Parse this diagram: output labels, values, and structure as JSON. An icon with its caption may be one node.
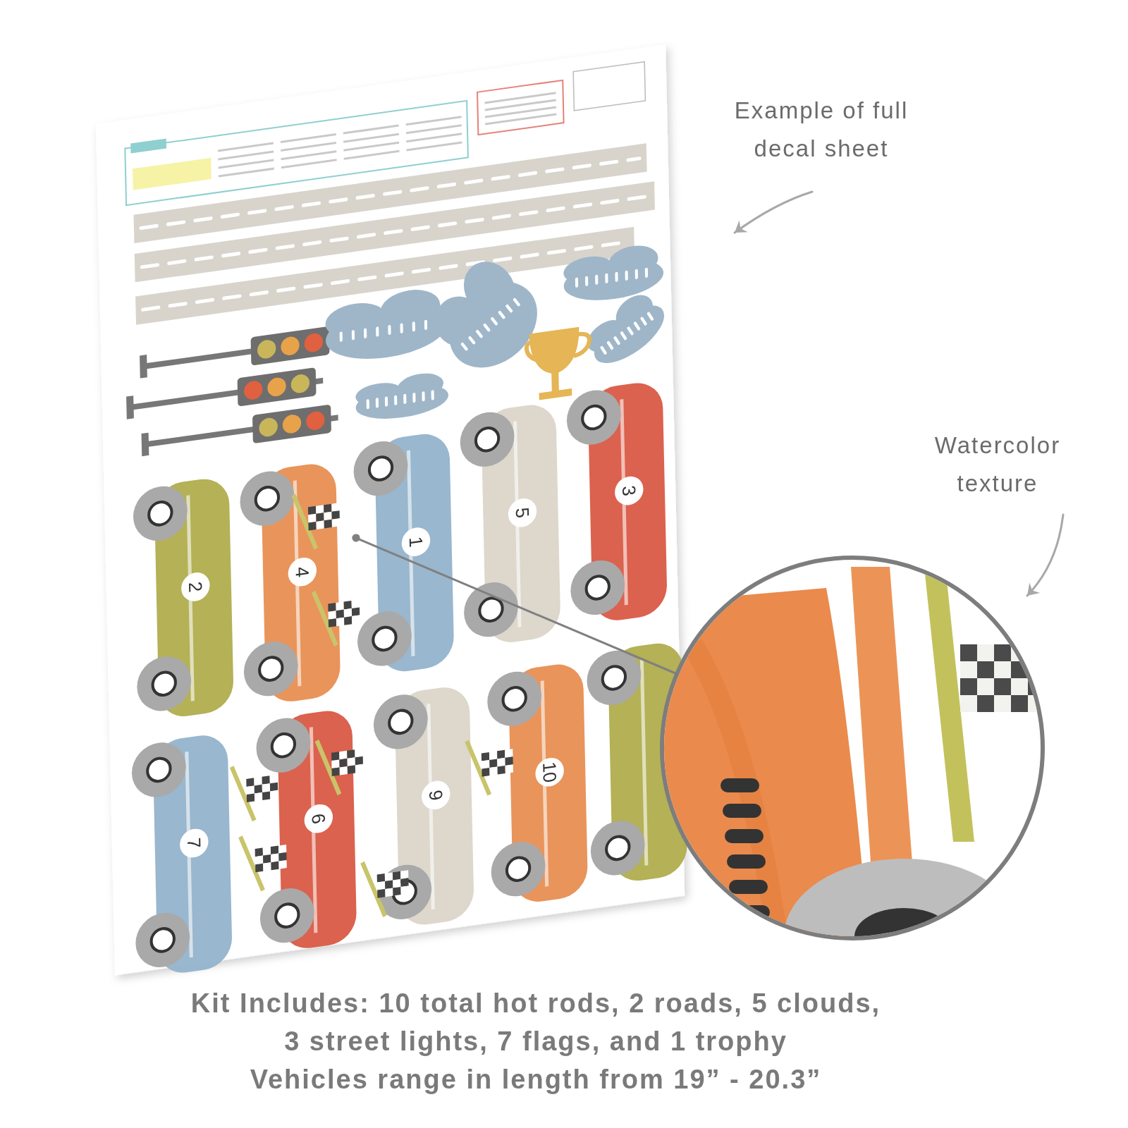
{
  "diagram": {
    "nodes": [
      {
        "text": [
          "Example of full decal sheet"
        ]
      },
      {
        "text": [],
        "shape": "picture"
      },
      {
        "text": [
          "Watercolor texture"
        ]
      },
      {
        "text": [],
        "shape": "picture"
      }
    ],
    "edges": [
      {
        "from": 0,
        "to": 1,
        "arrow": "to"
      },
      {
        "from": 2,
        "to": 3,
        "arrow": "to"
      },
      {
        "from": 1,
        "to": 3,
        "arrow": "other",
        "color": "#808080"
      }
    ],
    "labels": [
      "2",
      "4",
      "1",
      "5",
      "3",
      "7",
      "6",
      "9",
      "10",
      "Kit Includes: 10 total hot rods, 2 roads, 5 clouds, 3 street lights, 7 flags, and 1 trophy",
      "Vehicles range in length from 19” - 20.3”"
    ]
  }
}
